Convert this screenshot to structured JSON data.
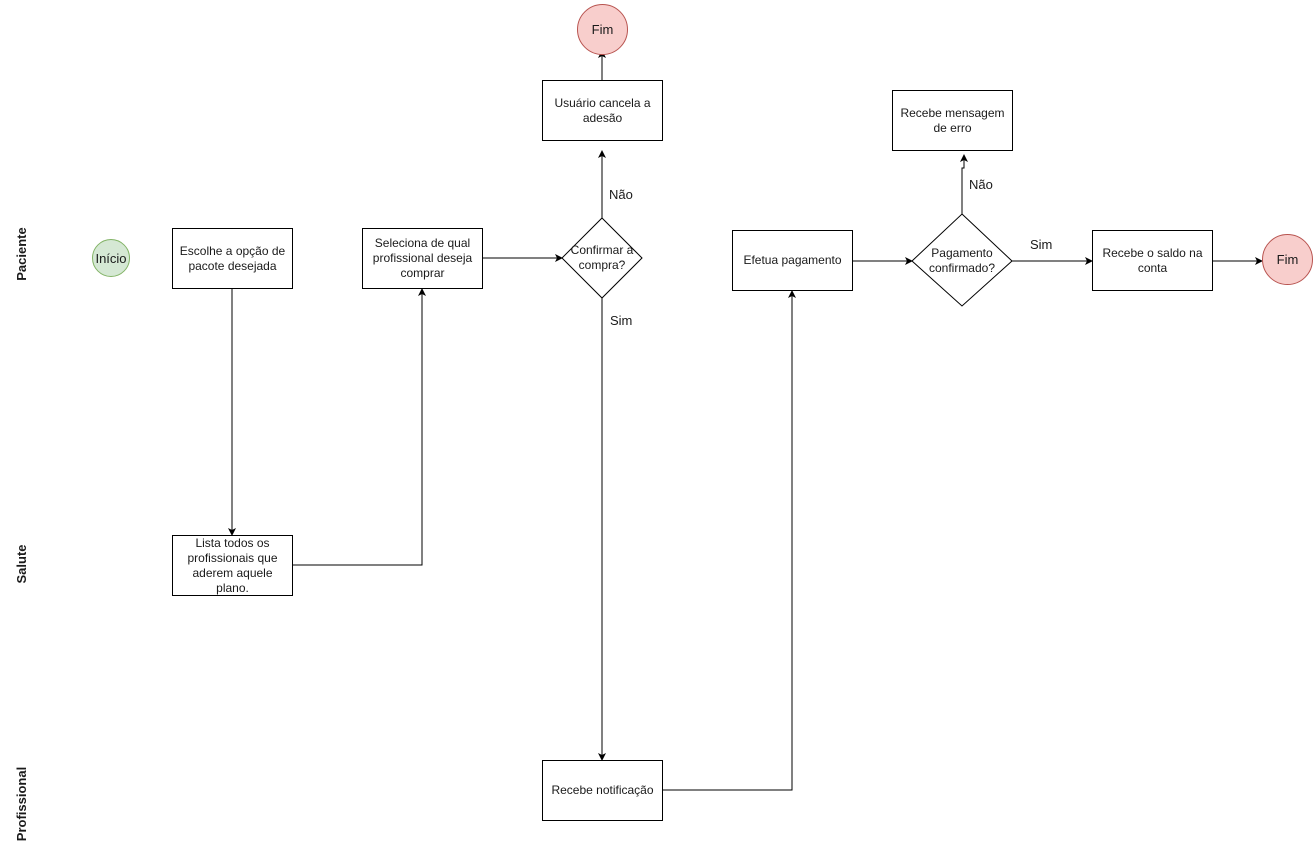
{
  "lanes": {
    "paciente": "Paciente",
    "salute": "Salute",
    "profissional": "Profissional"
  },
  "nodes": {
    "inicio": "Início",
    "escolhe": "Escolhe a opção de pacote desejada",
    "lista": "Lista todos os profissionais que aderem aquele plano.",
    "seleciona": "Seleciona de qual profissional deseja comprar",
    "confirmar": "Confirmar a compra?",
    "cancela": "Usuário cancela a adesão",
    "fim_top": "Fim",
    "notificacao": "Recebe notificação",
    "efetua": "Efetua pagamento",
    "pagamento": "Pagamento confirmado?",
    "erro": "Recebe mensagem de erro",
    "saldo": "Recebe o saldo na conta",
    "fim_right": "Fim"
  },
  "edge_labels": {
    "nao_confirmar": "Não",
    "sim_confirmar": "Sim",
    "nao_pagamento": "Não",
    "sim_pagamento": "Sim"
  },
  "colors": {
    "start_fill": "#d5e8d4",
    "start_stroke": "#82b366",
    "end_fill": "#f8cecc",
    "end_stroke": "#b85450"
  }
}
